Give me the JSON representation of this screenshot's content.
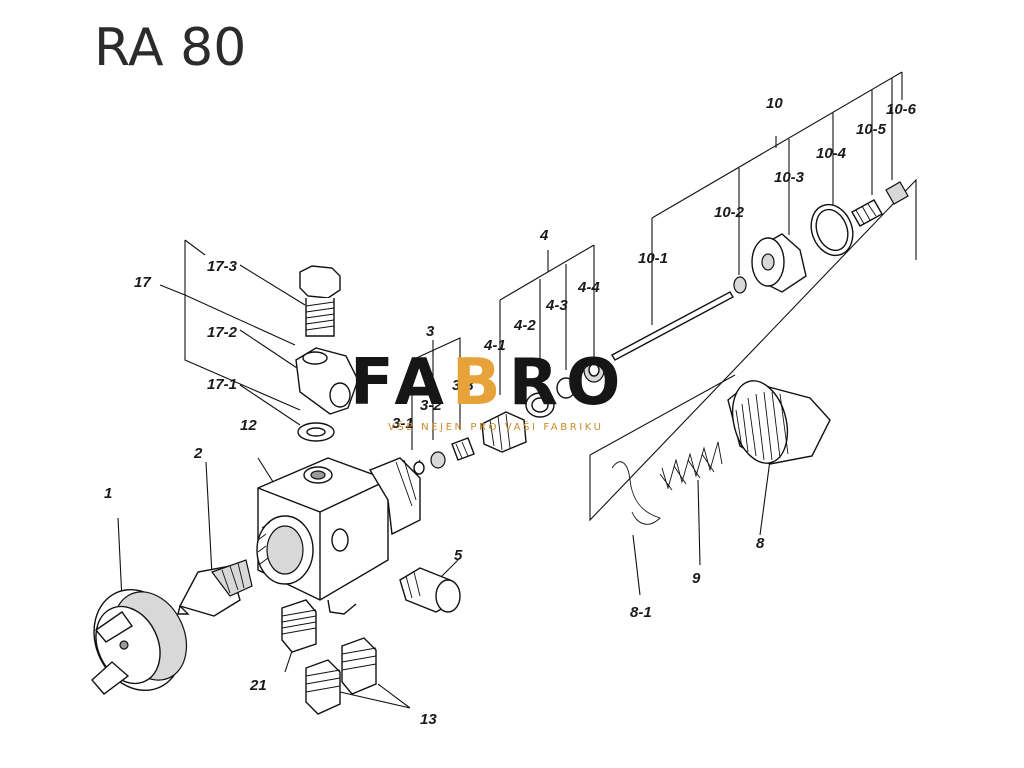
{
  "title": "RA 80",
  "logo": {
    "text_start": "FA",
    "text_accent": "B",
    "text_end": "RO",
    "tagline": "VŠE NEJEN PRO VAŠI FABRIKU",
    "accent_color": "#e8a23a",
    "text_color": "#161616"
  },
  "labels": {
    "p1": "1",
    "p2": "2",
    "p3": "3",
    "p3_1": "3-1",
    "p3_2": "3-2",
    "p3_3": "3-3",
    "p4": "4",
    "p4_1": "4-1",
    "p4_2": "4-2",
    "p4_3": "4-3",
    "p4_4": "4-4",
    "p5": "5",
    "p8": "8",
    "p8_1": "8-1",
    "p9": "9",
    "p10": "10",
    "p10_1": "10-1",
    "p10_2": "10-2",
    "p10_3": "10-3",
    "p10_4": "10-4",
    "p10_5": "10-5",
    "p10_6": "10-6",
    "p12": "12",
    "p13": "13",
    "p17": "17",
    "p17_1": "17-1",
    "p17_2": "17-2",
    "p17_3": "17-3",
    "p21": "21"
  }
}
